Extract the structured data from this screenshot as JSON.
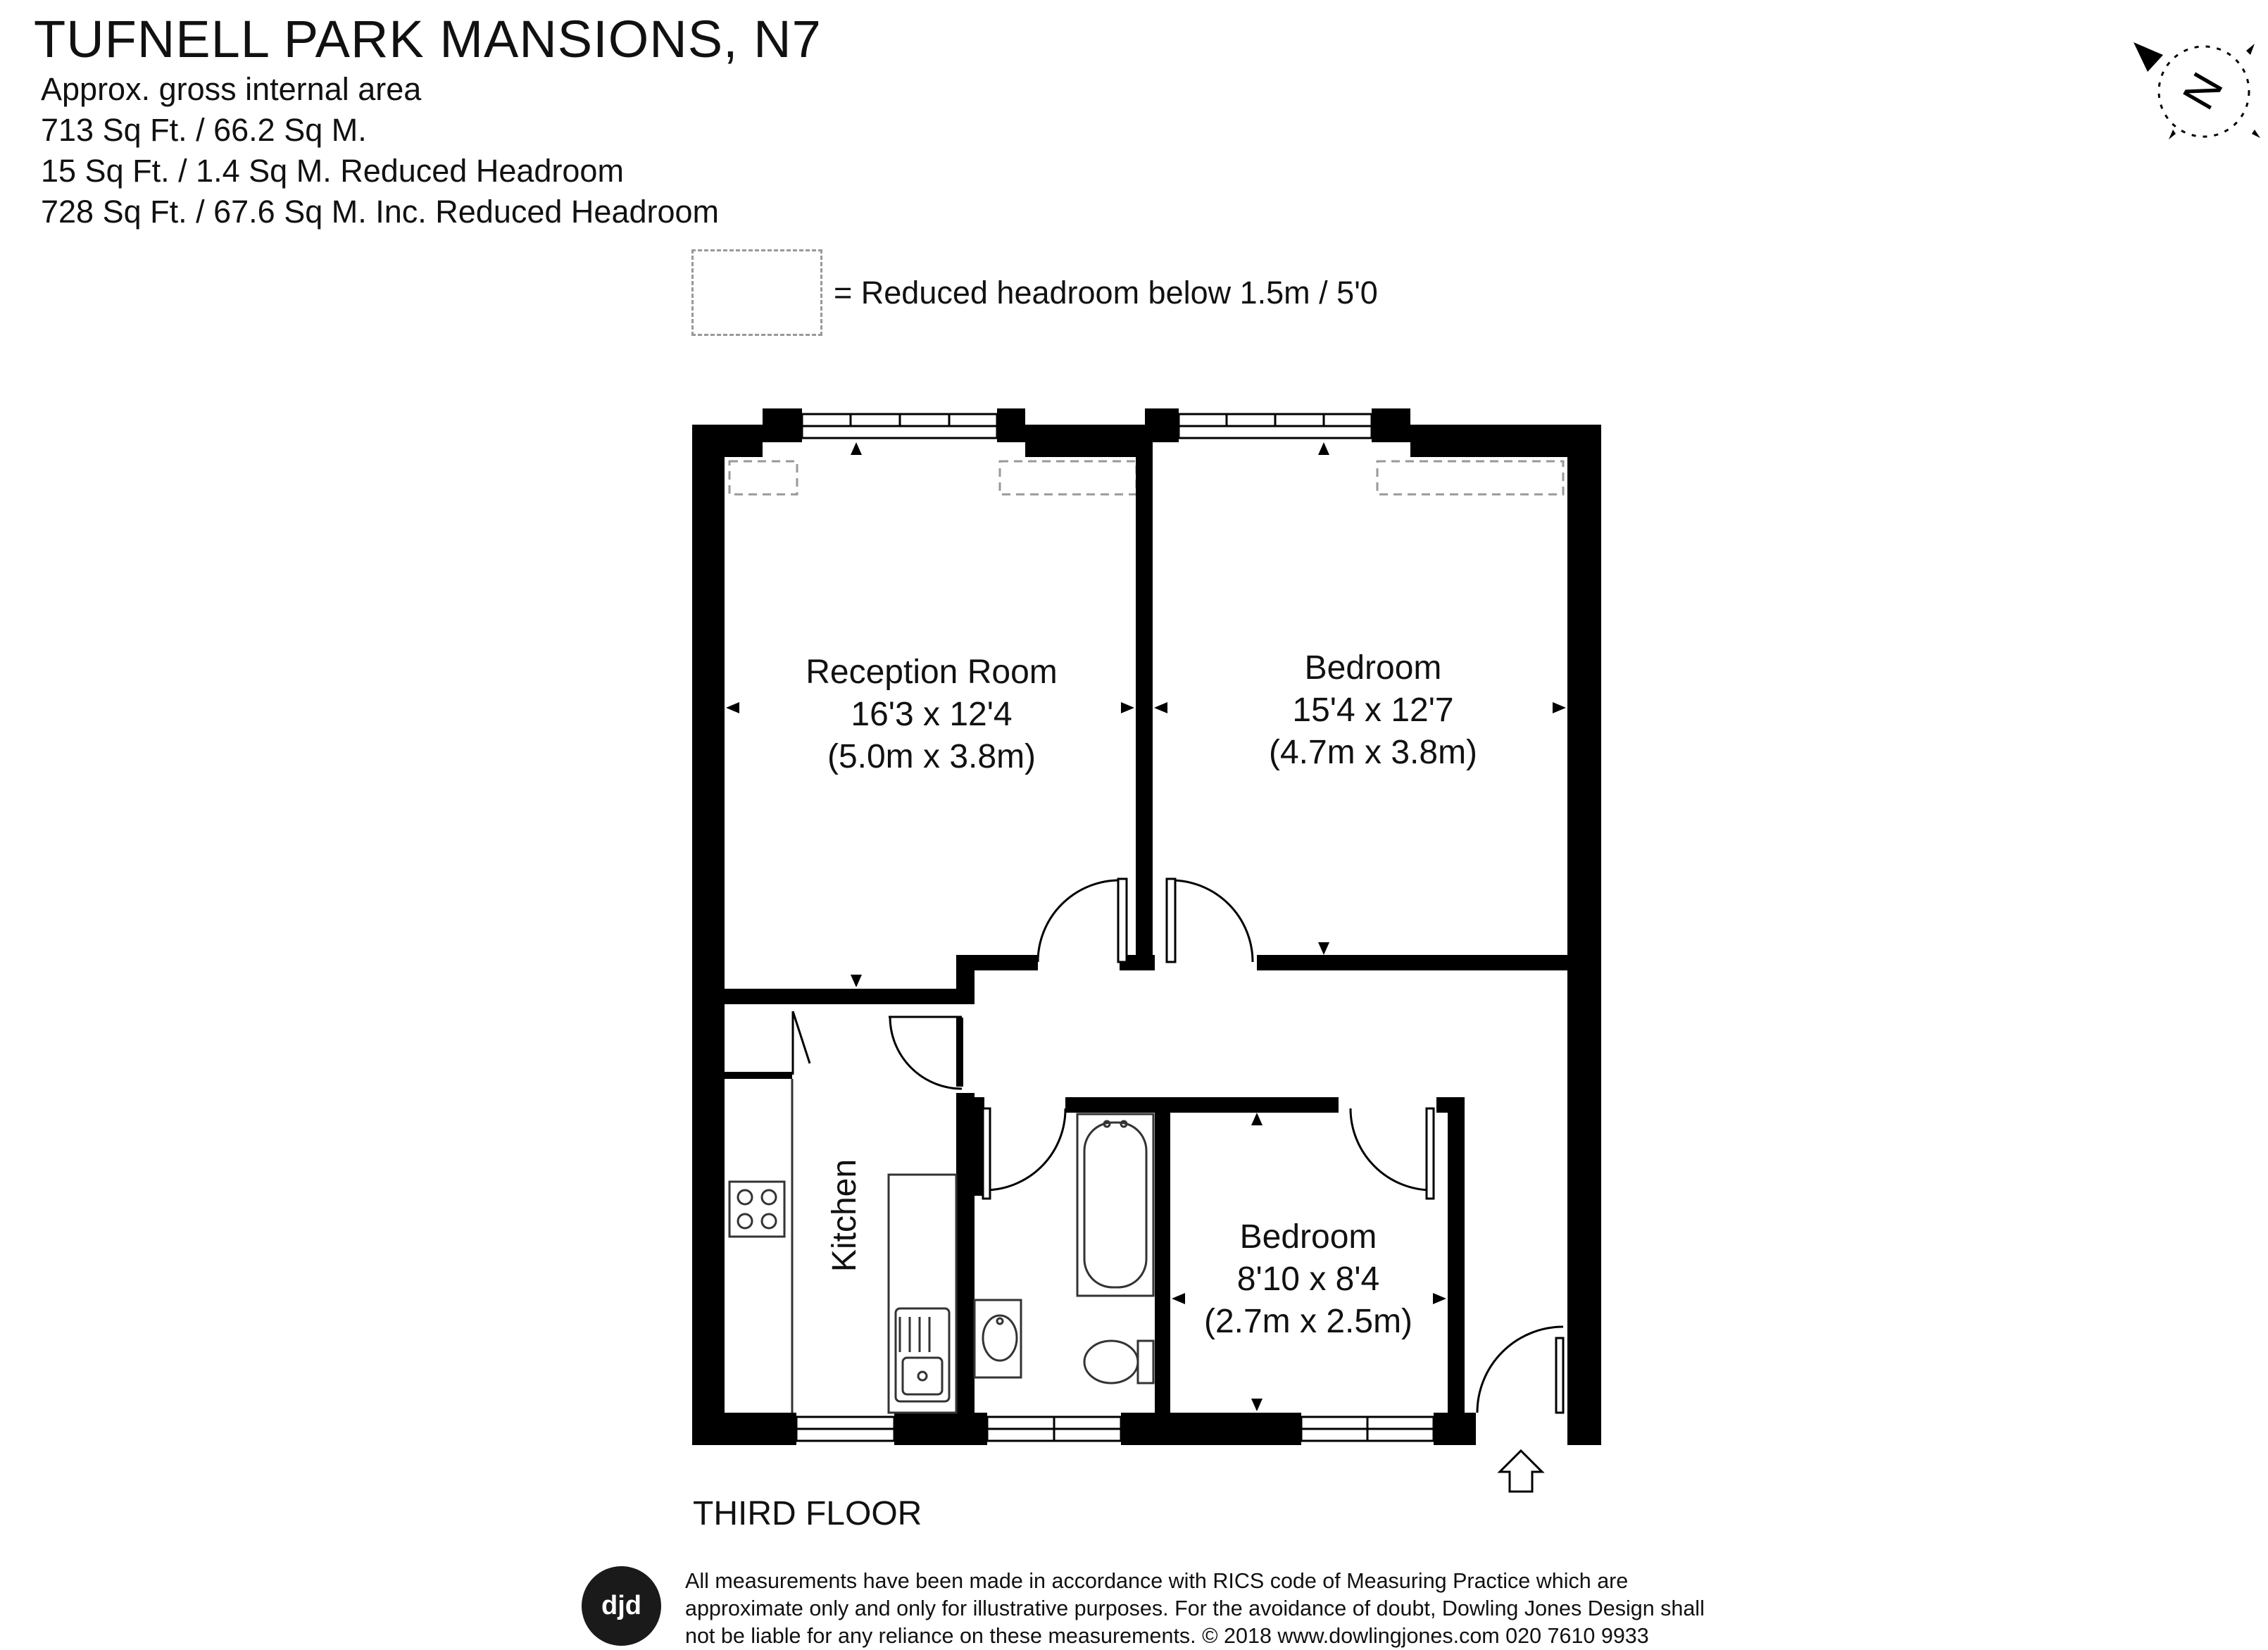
{
  "header": {
    "title": "TUFNELL PARK MANSIONS, N7",
    "area_lines": [
      "Approx. gross internal area",
      "713 Sq Ft. / 66.2 Sq M.",
      "15 Sq Ft. / 1.4 Sq M. Reduced Headroom",
      "728 Sq Ft. / 67.6 Sq M. Inc. Reduced Headroom"
    ]
  },
  "legend": {
    "text": "= Reduced headroom below 1.5m / 5'0"
  },
  "compass": {
    "letter": "N",
    "icon": "north-arrow-icon"
  },
  "rooms": {
    "reception": {
      "name": "Reception Room",
      "imperial": "16'3 x 12'4",
      "metric": "(5.0m x 3.8m)"
    },
    "bedroom_1": {
      "name": "Bedroom",
      "imperial": "15'4 x 12'7",
      "metric": "(4.7m x 3.8m)"
    },
    "bedroom_2": {
      "name": "Bedroom",
      "imperial": "8'10 x 8'4",
      "metric": "(2.7m x 2.5m)"
    },
    "kitchen": {
      "name": "Kitchen"
    }
  },
  "floor": {
    "label": "THIRD FLOOR"
  },
  "footer": {
    "logo_text": "djd",
    "disclaimer_lines": [
      "All measurements have been made in accordance with RICS code of Measuring Practice which are",
      "approximate only and only for illustrative purposes. For the avoidance of doubt, Dowling Jones Design shall",
      "not be liable for any reliance on these measurements. © 2018 www.dowlingjones.com 020 7610 9933"
    ]
  },
  "colors": {
    "wall": "#000000",
    "dashed": "#999999",
    "fixture": "#333333"
  }
}
